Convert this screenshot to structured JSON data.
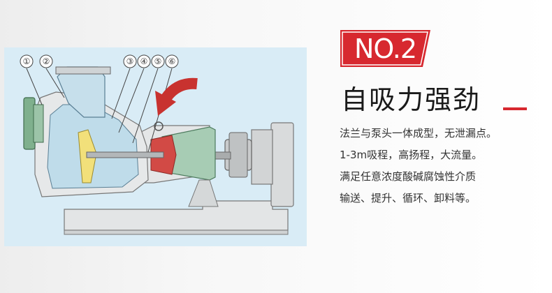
{
  "badge": {
    "text": "NO.2",
    "color": "#d7282f"
  },
  "title": "自吸力强劲",
  "accent_color": "#d7282f",
  "description_lines": [
    "法兰与泵头一体成型，无泄漏点。",
    "1-3m吸程，高扬程，大流量。",
    "满足任意浓度酸碱腐蚀性介质",
    "输送、提升、循环、卸料等。"
  ],
  "diagram": {
    "part_numbers": [
      "①",
      "②",
      "③",
      "④",
      "⑤",
      "⑥"
    ],
    "flow_arrow_icon": "curved-arrow-icon"
  }
}
